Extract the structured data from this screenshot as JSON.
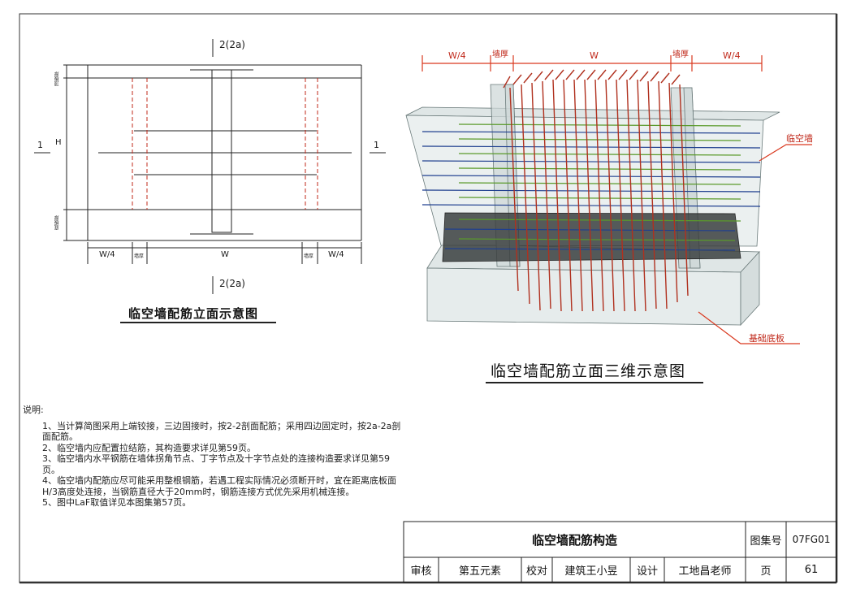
{
  "elevation": {
    "caption": "临空墙配筋立面示意图",
    "section_top": "2(2a)",
    "section_bottom": "2(2a)",
    "section_left": "1",
    "section_right": "1",
    "dim_top_slab": "顶板厚",
    "dim_h": "H",
    "dim_bottom_slab": "底板厚",
    "dim_w4_left": "W/4",
    "dim_wall_left": "墙厚",
    "dim_w": "W",
    "dim_wall_right": "墙厚",
    "dim_w4_right": "W/4"
  },
  "iso_view": {
    "caption": "临空墙配筋立面三维示意图",
    "dim_w4_left": "W/4",
    "dim_wall_left": "墙厚",
    "dim_w": "W",
    "dim_wall_right": "墙厚",
    "dim_w4_right": "W/4",
    "label_wall": "临空墙",
    "label_base": "基础底板"
  },
  "notes": {
    "heading": "说明:",
    "items": [
      "1、当计算简图采用上端铰接，三边固接时，按2-2剖面配筋；采用四边固定时，按2a-2a剖面配筋。",
      "2、临空墙内应配置拉结筋，其构造要求详见第59页。",
      "3、临空墙内水平钢筋在墙体拐角节点、丁字节点及十字节点处的连接构造要求详见第59页。",
      "4、临空墙内配筋应尽可能采用整根钢筋，若遇工程实际情况必须断开时，宜在距离底板面 H/3高度处连接，当钢筋直径大于20mm时，钢筋连接方式优先采用机械连接。",
      "5、图中LaF取值详见本图集第57页。"
    ]
  },
  "title_block": {
    "drawing_title": "临空墙配筋构造",
    "atlas_label": "图集号",
    "atlas_no": "07FG01",
    "review_label": "审核",
    "review_name": "第五元素",
    "check_label": "校对",
    "check_name": "建筑王小昱",
    "design_label": "设计",
    "design_name": "工地昌老师",
    "page_label": "页",
    "page_no": "61"
  },
  "colors": {
    "rebar_vertical": "#b0301e",
    "rebar_blue": "#1f3f8f",
    "rebar_green": "#5a9a2a",
    "leader": "#d9381e",
    "label": "#c0281a"
  }
}
